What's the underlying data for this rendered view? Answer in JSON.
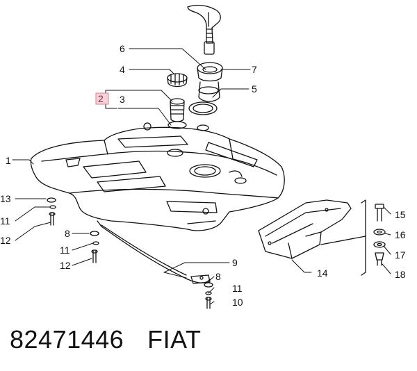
{
  "callouts": [
    {
      "id": "c1",
      "text": "1"
    },
    {
      "id": "c2",
      "text": "2"
    },
    {
      "id": "c3",
      "text": "3"
    },
    {
      "id": "c4",
      "text": "4"
    },
    {
      "id": "c5",
      "text": "5"
    },
    {
      "id": "c6",
      "text": "6"
    },
    {
      "id": "c7",
      "text": "7"
    },
    {
      "id": "c8a",
      "text": "8"
    },
    {
      "id": "c8b",
      "text": "8"
    },
    {
      "id": "c9",
      "text": "9"
    },
    {
      "id": "c10",
      "text": "10"
    },
    {
      "id": "c11a",
      "text": "11"
    },
    {
      "id": "c11b",
      "text": "11"
    },
    {
      "id": "c11c",
      "text": "11"
    },
    {
      "id": "c12a",
      "text": "12"
    },
    {
      "id": "c12b",
      "text": "12"
    },
    {
      "id": "c13",
      "text": "13"
    },
    {
      "id": "c14",
      "text": "14"
    },
    {
      "id": "c15",
      "text": "15"
    },
    {
      "id": "c16",
      "text": "16"
    },
    {
      "id": "c17",
      "text": "17"
    },
    {
      "id": "c18",
      "text": "18"
    }
  ],
  "caption": {
    "part_number": "82471446",
    "brand": "FIAT"
  },
  "colors": {
    "line": "#111111",
    "highlight_fill": "#f6d3d8",
    "highlight_stroke": "#d9808f",
    "highlight_text": "#9a2a3a"
  }
}
